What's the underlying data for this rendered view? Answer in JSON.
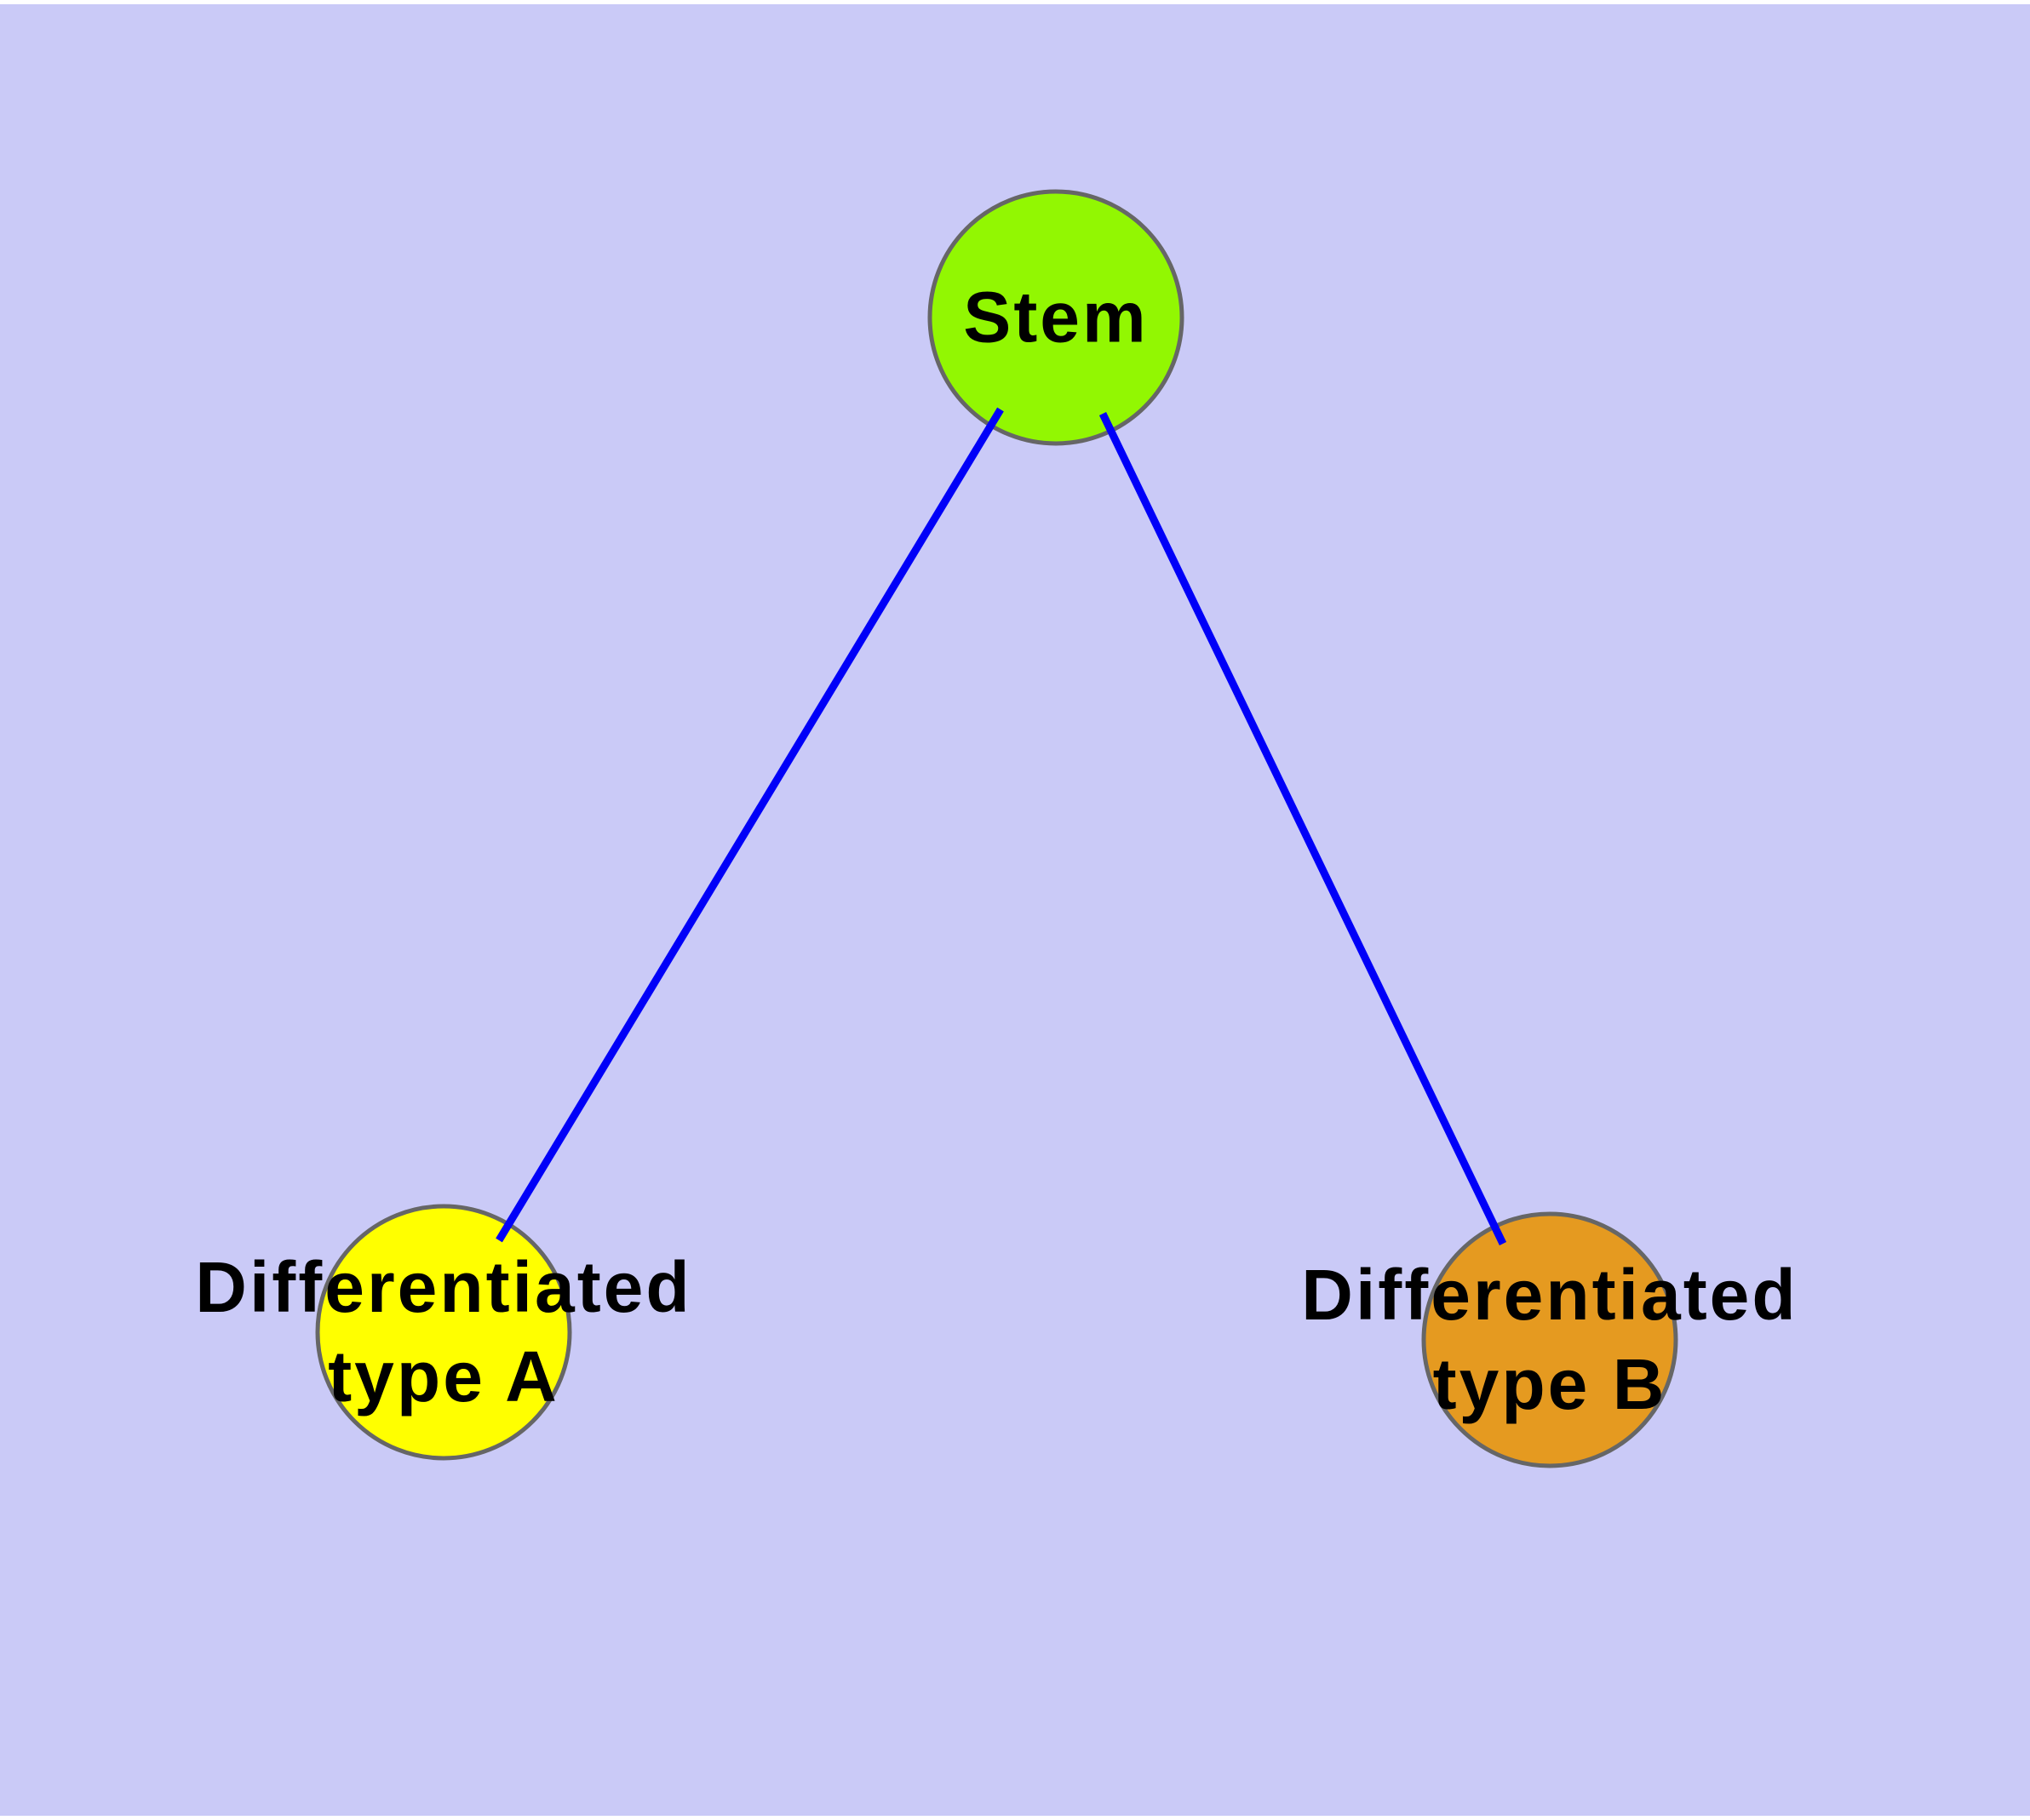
{
  "diagram": {
    "background_color": "#cacaf7",
    "frame_color": "#ffffff",
    "edge_color": "#0000f8",
    "node_border_color": "#666666",
    "label_color": "#000000",
    "nodes": [
      {
        "id": "stem",
        "label": "Stem",
        "label_lines": [
          "Stem"
        ],
        "color": "#92f702"
      },
      {
        "id": "differentiated-type-a",
        "label": "Differentiated type A",
        "label_lines": [
          "Differentiated",
          "type A"
        ],
        "color": "#ffff00"
      },
      {
        "id": "differentiated-type-b",
        "label": "Differentiated type B",
        "label_lines": [
          "Differentiated",
          "type B"
        ],
        "color": "#e59a20"
      }
    ],
    "edges": [
      {
        "from": "stem",
        "to": "differentiated-type-a"
      },
      {
        "from": "stem",
        "to": "differentiated-type-b"
      }
    ]
  }
}
